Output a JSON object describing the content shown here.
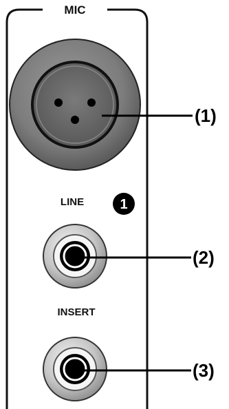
{
  "panel": {
    "section_label": "MIC",
    "jack_labels": {
      "line": "LINE",
      "insert": "INSERT"
    },
    "channel_number": "1"
  },
  "callouts": [
    {
      "id": "xlr",
      "label": "(1)"
    },
    {
      "id": "line",
      "label": "(2)"
    },
    {
      "id": "insert",
      "label": "(3)"
    }
  ],
  "colors": {
    "outline": "#111111",
    "xlr_outer": "#8c8c8c",
    "xlr_inner": "#6a6a6a",
    "jack_ring": "#c8c8c8",
    "badge": "#000000"
  }
}
